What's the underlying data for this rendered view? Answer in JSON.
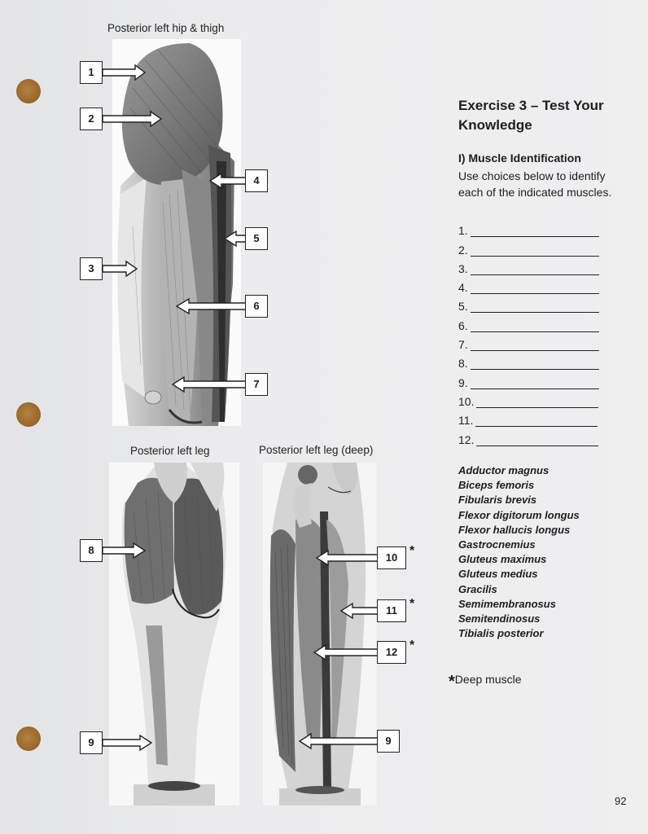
{
  "figures": {
    "hip_thigh_caption": "Posterior left hip & thigh",
    "leg_caption": "Posterior left leg",
    "leg_deep_caption": "Posterior left leg (deep)"
  },
  "labels": [
    "1",
    "2",
    "3",
    "4",
    "5",
    "6",
    "7",
    "8",
    "9",
    "10",
    "11",
    "12"
  ],
  "deep_marker": "*",
  "exercise": {
    "title": "Exercise 3 – Test Your Knowledge",
    "section": "I) Muscle Identification",
    "instructions": "Use choices below to identify each of the indicated muscles."
  },
  "answers": [
    "1.",
    "2.",
    "3.",
    "4.",
    "5.",
    "6.",
    "7.",
    "8.",
    "9.",
    "10.",
    "11.",
    "12."
  ],
  "choices": [
    "Adductor magnus",
    "Biceps femoris",
    "Fibularis brevis",
    "Flexor digitorum longus",
    "Flexor hallucis longus",
    "Gastrocnemius",
    "Gluteus maximus",
    "Gluteus medius",
    "Gracilis",
    "Semimembranosus",
    "Semitendinosus",
    "Tibialis posterior"
  ],
  "deep_note": "Deep muscle",
  "page_number": "92"
}
